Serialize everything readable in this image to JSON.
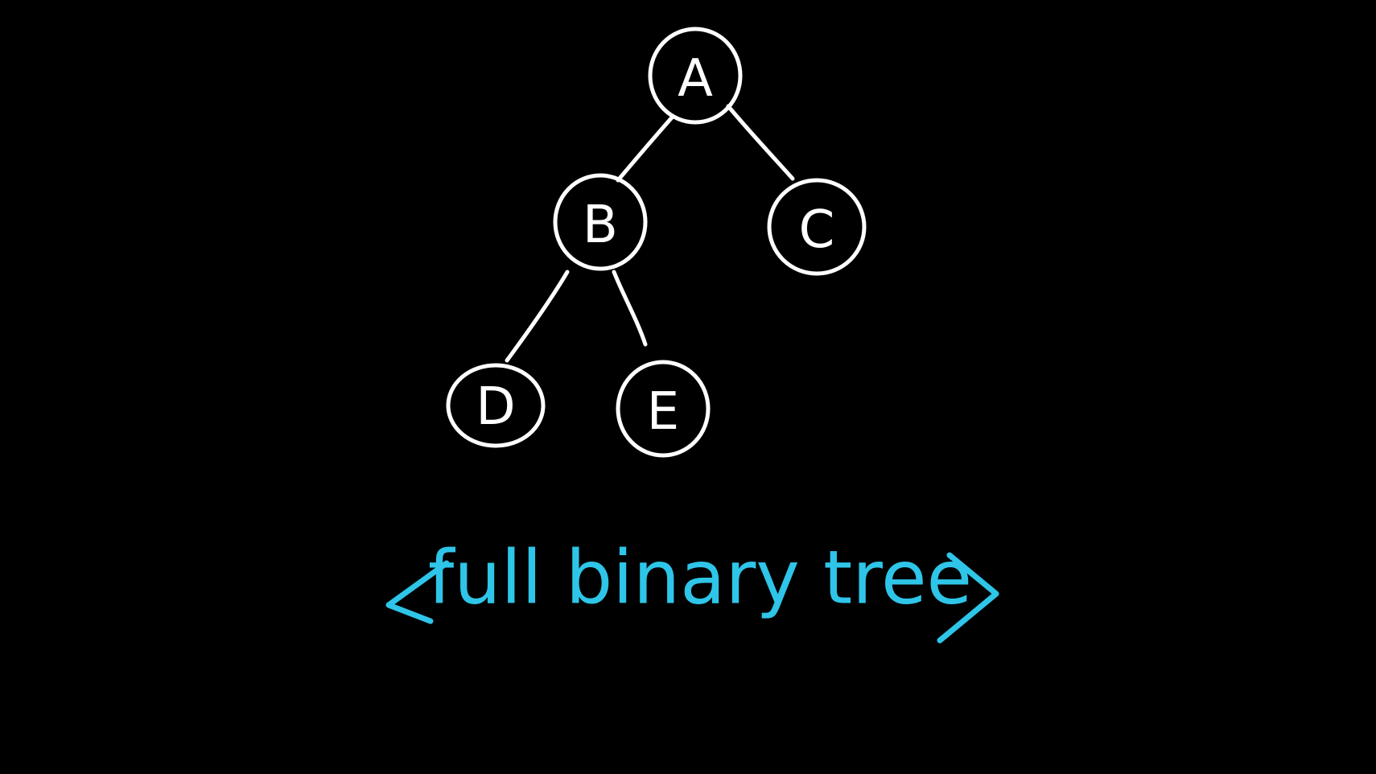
{
  "diagram": {
    "nodes": [
      {
        "id": "A",
        "label": "A"
      },
      {
        "id": "B",
        "label": "B"
      },
      {
        "id": "C",
        "label": "C"
      },
      {
        "id": "D",
        "label": "D"
      },
      {
        "id": "E",
        "label": "E"
      }
    ],
    "edges": [
      {
        "from": "A",
        "to": "B"
      },
      {
        "from": "A",
        "to": "C"
      },
      {
        "from": "B",
        "to": "D"
      },
      {
        "from": "B",
        "to": "E"
      }
    ]
  },
  "caption": {
    "text": "full binary tree",
    "color": "#2ec5e8"
  },
  "colors": {
    "background": "#000000",
    "ink": "#ffffff"
  }
}
